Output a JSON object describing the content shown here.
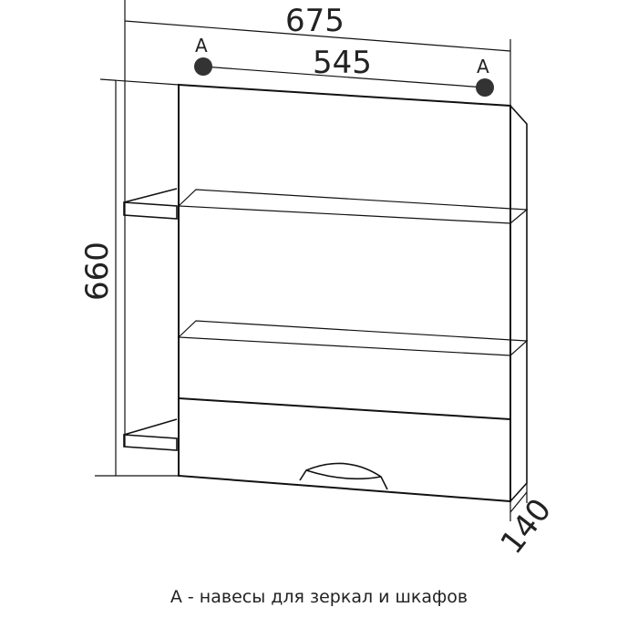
{
  "drawing": {
    "dimensions": {
      "overall_width": "675",
      "hanger_spacing": "545",
      "height": "660",
      "depth": "140"
    },
    "hanger_label": "A",
    "caption": "А - навесы для зеркал и шкафов",
    "colors": {
      "line": "#111111",
      "hanger": "#333333",
      "background": "#ffffff"
    }
  }
}
